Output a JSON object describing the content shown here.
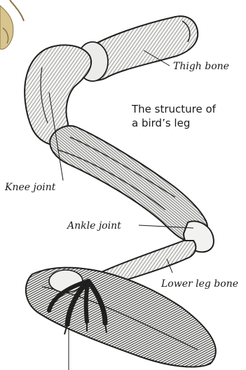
{
  "diagram": {
    "title_line1": "The structure of",
    "title_line2": "a bird’s leg",
    "labels": {
      "thigh": "Thigh bone",
      "knee": "Knee joint",
      "ankle": "Ankle joint",
      "lower_leg": "Lower leg bone"
    },
    "colors": {
      "bone_fill": "#f4f4f2",
      "ink": "#2a2a2a",
      "branch": "#c9b27a"
    }
  }
}
